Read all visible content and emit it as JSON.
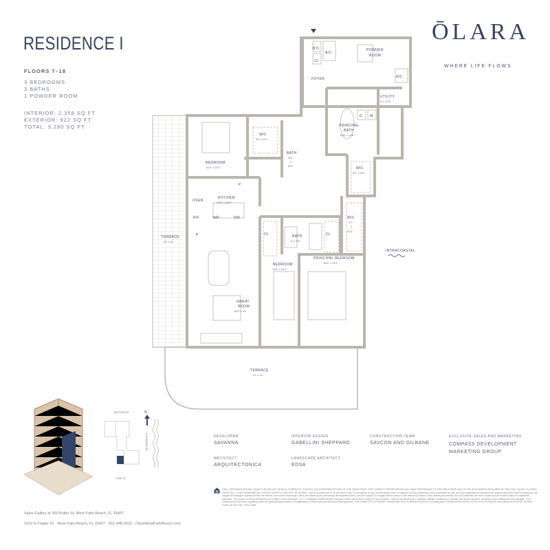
{
  "header": {
    "title": "RESIDENCE I",
    "floors": "FLOORS 7–18",
    "rooms": [
      "3 BEDROOMS",
      "3 BATHS",
      "1 POWDER ROOM"
    ],
    "areas": [
      "INTERIOR: 2,358 SQ FT",
      "EXTERIOR: 922 SQ FT",
      "TOTAL: 3,280 SQ FT"
    ]
  },
  "brand": {
    "logo": "ŌLARA",
    "tagline": "WHERE LIFE FLOWS",
    "color": "#34435e"
  },
  "plan": {
    "foyer": "FOYER",
    "btl": "BTL",
    "cl": "CL",
    "ac": "A/C",
    "ac2": "A/C",
    "powder": [
      "POWDER",
      "ROOM"
    ],
    "utility": "UTILITY",
    "utility_dim": "6' x 10'3\"",
    "d": "D",
    "w": "W",
    "principal_bath": [
      "PRINCIPAL",
      "BATH"
    ],
    "principal_bath_dim": "10'8\" x 11'8\"",
    "wic1": "WIC",
    "wic1_dim": "9'5\" x 6'4\"",
    "bedroom1": "BEDROOM",
    "bedroom1_dim": "10'3\" x 10'1\"",
    "bath1": "BATH",
    "bath1_dim": [
      "5'6\"",
      "x",
      "10'2\""
    ],
    "wic2": "WIC",
    "wic2_dim": "6'9\" x 6'8\"",
    "kitchen": "KITCHEN",
    "kitchen_dim": "10'5\" x 18'5\"",
    "oven": "OVEN",
    "rf": "R/F",
    "p": "P",
    "p2": "P",
    "p3": "P",
    "wr": "WR",
    "dw": "DW",
    "wic3": "WIC",
    "wic3_dim": [
      "4'7\"",
      "x",
      "9'11\""
    ],
    "bath2": "BATH",
    "bath2_dim": "6' x 9'6\"",
    "cl2": "CL",
    "cl3": "CL",
    "terrace_left": "TERRACE",
    "terrace_left_dim": "41' x 10'",
    "bedroom2": "BEDROOM",
    "bedroom2_dim": "11'6\" x 15'1\"",
    "principal_bedroom": "PRINCIPAL BEDROOM",
    "principal_bedroom_dim": "16'6\" x 15'1\"",
    "great_room": [
      "GREAT",
      "ROOM"
    ],
    "great_room_dim": "18'9\" x 19'",
    "terrace_bottom": "TERRACE",
    "terrace_bottom_dim": "47' x 10'",
    "intracoastal": "INTRACOASTAL"
  },
  "keyplan": {
    "north": "N",
    "top_street": "BUTLER ST",
    "bottom_street": "PINE ST",
    "side_street": "N FLAGLER DR",
    "highlight_color": "#34456b"
  },
  "credits": [
    {
      "role": "DEVELOPER",
      "name": "SAVANNA"
    },
    {
      "role": "ARCHITECT",
      "name": "ARQUITECTONICA"
    },
    {
      "role": "INTERIOR DESIGN",
      "name": "GABELLINI SHEPPARD"
    },
    {
      "role": "LANDSCAPE ARCHITECT",
      "name": "EDSA"
    },
    {
      "role": "CONSTRUCTION TEAM",
      "name": "SAVCON AND GILBANE"
    },
    {
      "role": "EXCLUSIVE SALES AND MARKETING",
      "name": "COMPASS DEVELOPMENT MARKETING GROUP"
    }
  ],
  "disclaimer": "ORAL REPRESENTATIONS CANNOT BE RELIED UPON AS CORRECTLY STATING THE REPRESENTATIONS OF THE DEVELOPER. FOR CORRECT REPRESENTATIONS, MAKE REFERENCE TO THIS BROCHURE AND TO THE DOCUMENTS REQUIRED BY SECTION 718.503, FLORIDA STATUTES, TO BE FURNISHED BY A DEVELOPER TO A BUYER OR LESSEE. This is not intended to be an offer to sell, or solicitation to buy, condominium units to residents of any jurisdiction where prohibited by law, and your eligibility for purchase will depend upon your state of residency. All images and designs depicted herein are artists' conceptual renderings, which are based upon preliminary development plans, and are subject to change without notice in the manner provided in the offering documents. All such materials are not to scale and are shown solely for illustrative purposes. The project is being developed by N Flagler Drive Developer, LLC, a Delaware limited liability company, which was formed solely for such purpose. Olara is sponsored by a Savanna affiliate. Savanna is a private real estate operator, developer and institutional fund manager. This Condominium has been registered with the Massachusetts Board of Registration of Real Estate Brokers and Salespersons. THE COMPLETE OFFERING TERMS ARE IN A FLORIDA PROSPECTUS AVAILABLE FROM DEVELOPER. A CPS-12 APPLICATION HAS BEEN ACCEPTED IN NEW YORK AS FILE NO. CP22-0089.",
  "footer": {
    "sales_gallery": "Sales Gallery at 300 Butler St, West Palm Beach, FL 33407",
    "contact": "1919 N Flagler Dr  ·  West Palm Beach, FL 33407  ·  561-448-3015  ·  OlaraWestPalmBeach.com"
  }
}
